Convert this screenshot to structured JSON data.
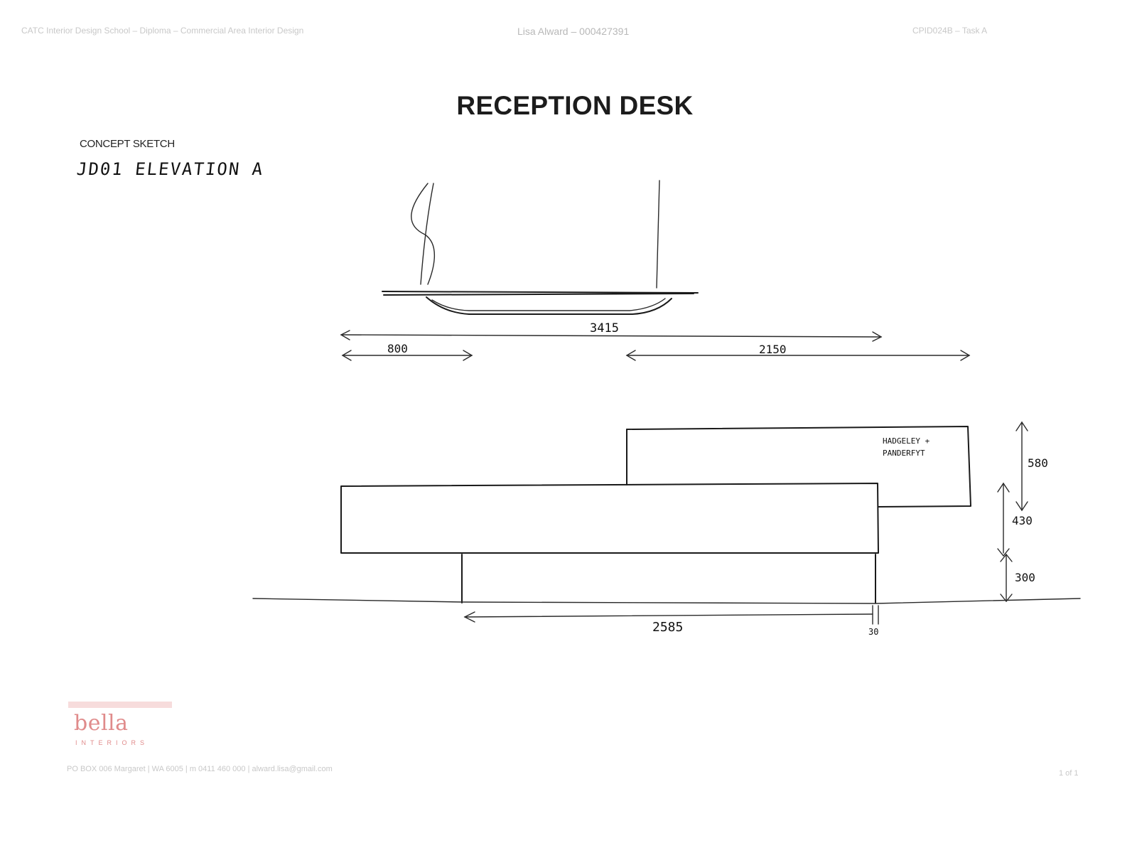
{
  "header": {
    "left": "CATC Interior Design School – Diploma – Commercial Area Interior Design",
    "center": "Lisa Alward – 000427391",
    "right": "CPID024B – Task A"
  },
  "title": "RECEPTION DESK",
  "subtitle": "CONCEPT SKETCH",
  "handwritten_label": "JD01 ELEVATION A",
  "dimensions": {
    "overall_width": "3415",
    "left_return": "800",
    "right_section": "2150",
    "upper_panel_height": "580",
    "middle_panel_height": "430",
    "base_height": "300",
    "base_width": "2585",
    "offset": "30"
  },
  "signage_text": {
    "line1": "HADGELEY +",
    "line2": "PANDERFYT"
  },
  "logo": {
    "name": "bella",
    "sub": "INTERIORS",
    "color": "#e08b8b"
  },
  "footer": {
    "contact": "PO BOX 006 Margaret | WA 6005 | m 0411 460 000 | alward.lisa@gmail.com",
    "page": "1 of 1"
  }
}
